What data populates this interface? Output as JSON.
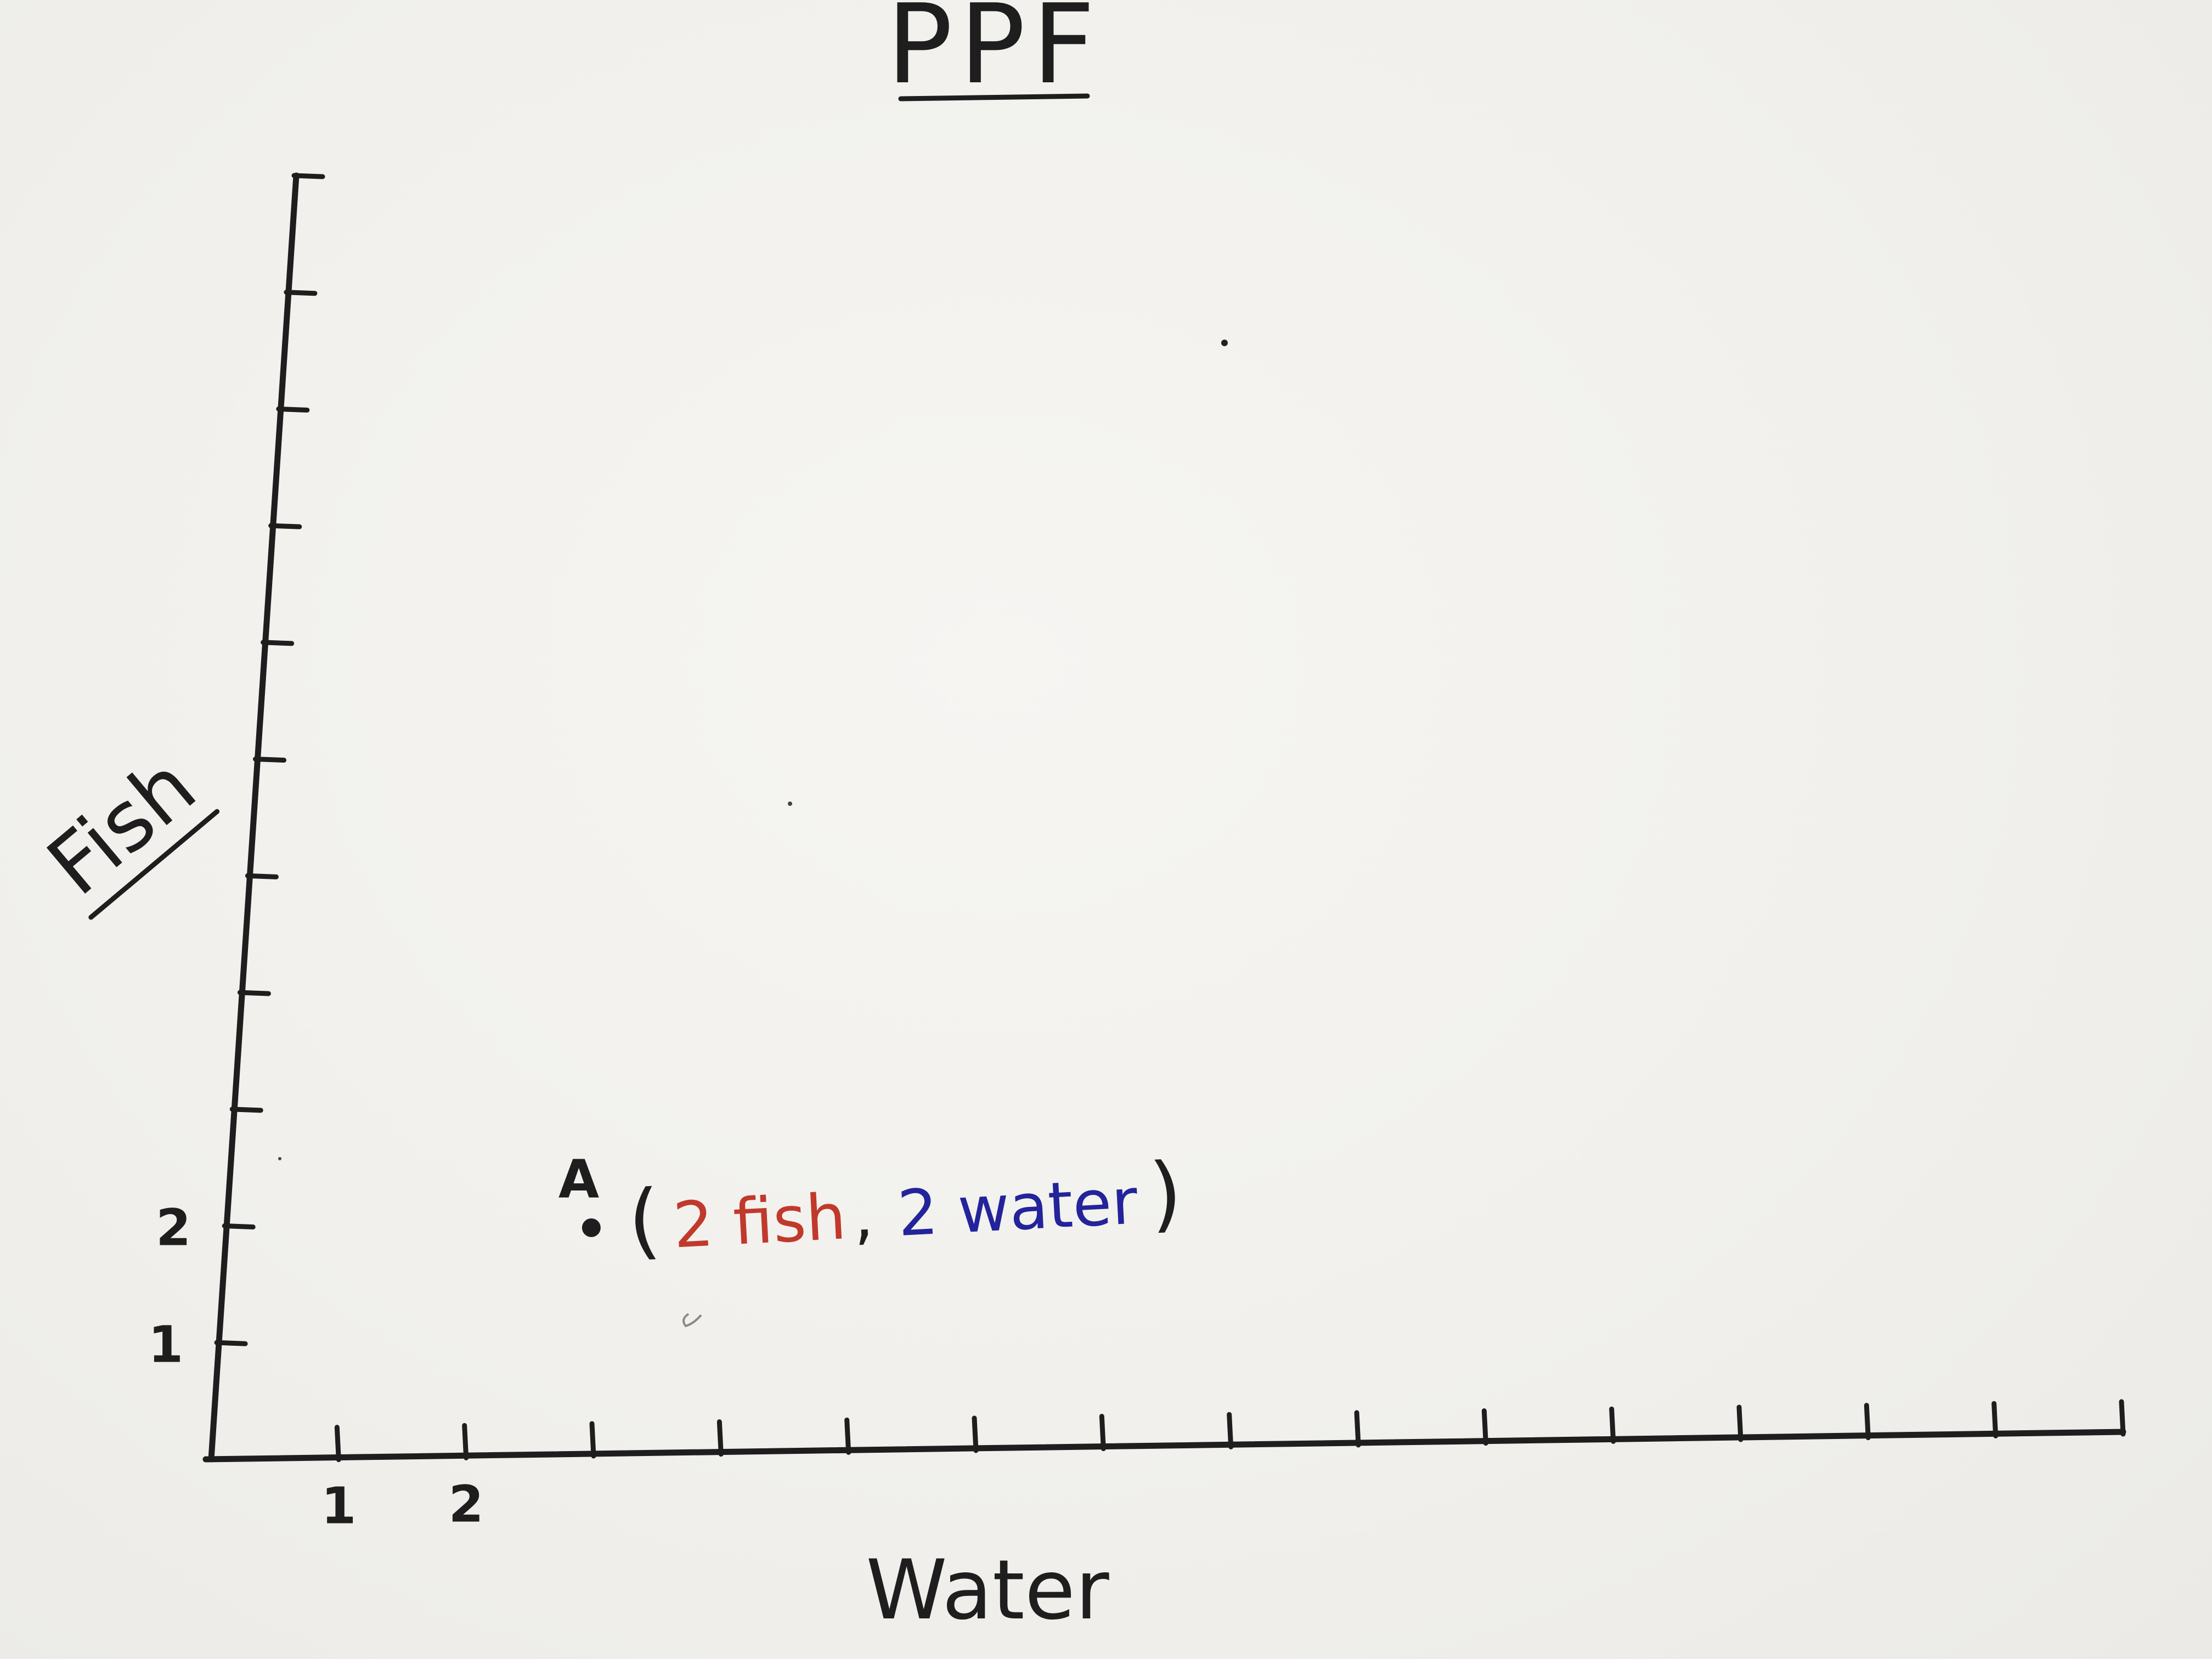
{
  "chart_data": {
    "type": "scatter",
    "title": "PPF",
    "xlabel": "Water",
    "ylabel": "Fish",
    "x_tick_labels": [
      "1",
      "2"
    ],
    "y_tick_labels": [
      "1",
      "2"
    ],
    "x_tick_count": 15,
    "y_tick_count": 11,
    "xlim": [
      0,
      15
    ],
    "ylim": [
      0,
      11
    ],
    "grid": false,
    "points": [
      {
        "label": "A",
        "x": 2,
        "y": 2,
        "annotation": {
          "open": "(",
          "fish_text": "2 fish",
          "separator": ",",
          "water_text": "2 water",
          "close": ")"
        }
      }
    ],
    "colors": {
      "ink": "#1e1e1e",
      "fish": "#c0392b",
      "water": "#23239b"
    }
  }
}
